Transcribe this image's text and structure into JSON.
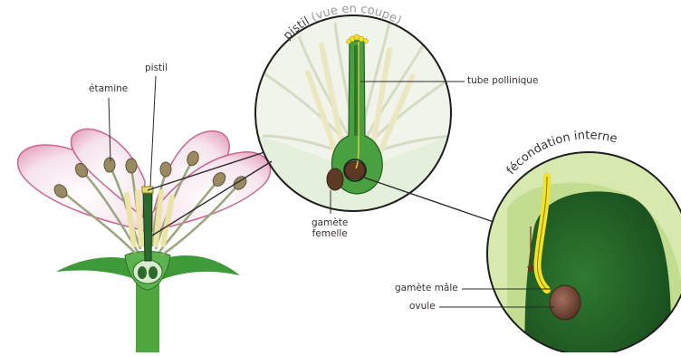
{
  "labels": {
    "etamine": "étamine",
    "pistil": "pistil",
    "pistil_title": "pistil",
    "pistil_sub": "(vue en coupe)",
    "tube_pollinique": "tube pollinique",
    "gamete_femelle_1": "gamète",
    "gamete_femelle_2": "femelle",
    "fecondation": "fécondation interne",
    "gamete_male": "gamète mâle",
    "ovule": "ovule"
  },
  "colors": {
    "petal": "#f4d9e4",
    "petal_edge": "#c9668f",
    "stem": "#4fa63f",
    "pistil_green": "#3e8f3a",
    "anther": "#9a8a62",
    "pollen_tube": "#e8d83a",
    "ovule_brown": "#7a4b3a",
    "circle_bg": "#f1f4ea"
  }
}
